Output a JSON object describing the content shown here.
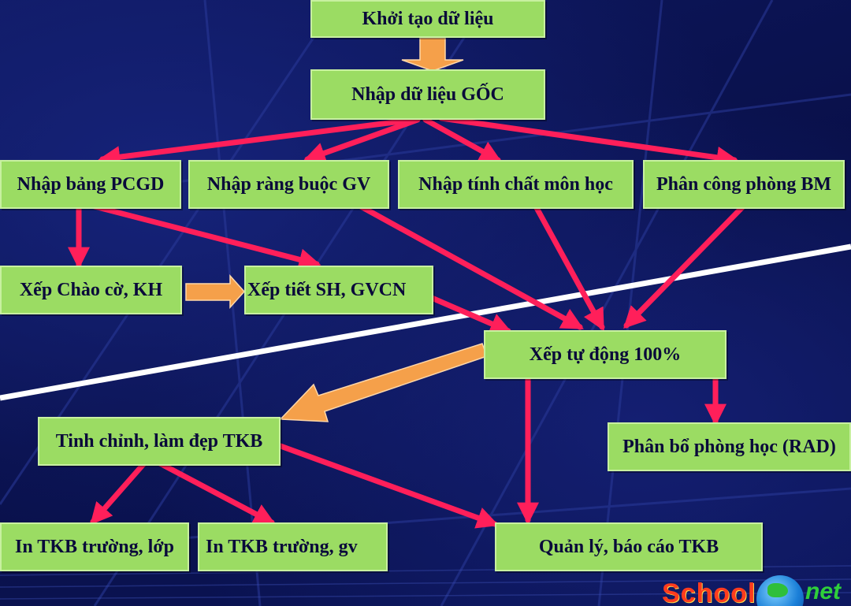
{
  "nodes": {
    "init": "Khởi tạo dữ liệu",
    "input_root": "Nhập dữ liệu GỐC",
    "pcgd": "Nhập bảng PCGD",
    "constraints": "Nhập ràng buộc GV",
    "subjects": "Nhập tính chất môn học",
    "rooms": "Phân công phòng BM",
    "flag": "Xếp Chào cờ, KH",
    "homeroom": "Xếp tiết SH, GVCN",
    "auto": "Xếp tự động 100%",
    "refine": "Tinh chỉnh, làm đẹp TKB",
    "rad": "Phân bổ phòng học (RAD)",
    "print_class": "In TKB trường, lớp",
    "print_teacher": "In TKB trường, gv",
    "manage": "Quản lý, báo cáo TKB"
  },
  "logo": {
    "school": "School",
    "net": "net"
  },
  "colors": {
    "box_fill": "#9bdc63",
    "arrow_red": "#ff1f5a",
    "arrow_orange": "#f5a04a",
    "background": "#0a1250"
  }
}
